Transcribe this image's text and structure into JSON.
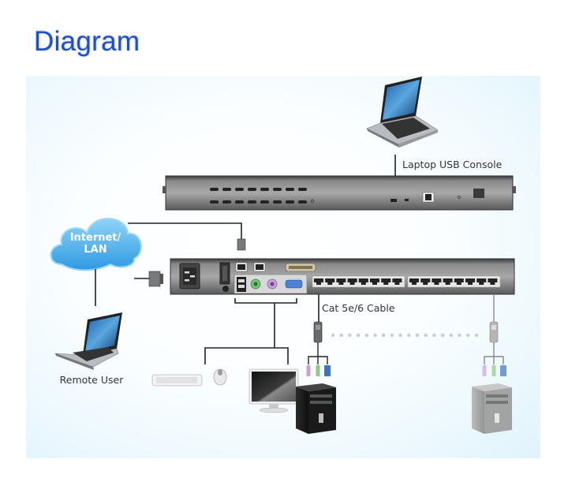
{
  "title": "Diagram",
  "labels": {
    "laptop_console": "Laptop USB Console",
    "internet_line1": "Internet/",
    "internet_line2": "LAN",
    "cat_cable": "Cat 5e/6 Cable",
    "remote_user": "Remote User"
  },
  "devices": {
    "front_panel_led_rows": 2,
    "front_panel_leds_per_row": 8,
    "rear_port_groups": 2,
    "rear_ports_per_group": 8
  },
  "colors": {
    "title": "#1a4fd0",
    "panel_bg": "#e4f5fd",
    "cloud": "#4fb4ea",
    "cable": "#222222",
    "chassis": "#5c5c5c",
    "ps2_mouse": "#c8a2dd",
    "ps2_keyboard": "#8cc98a",
    "vga": "#3b74c6"
  }
}
